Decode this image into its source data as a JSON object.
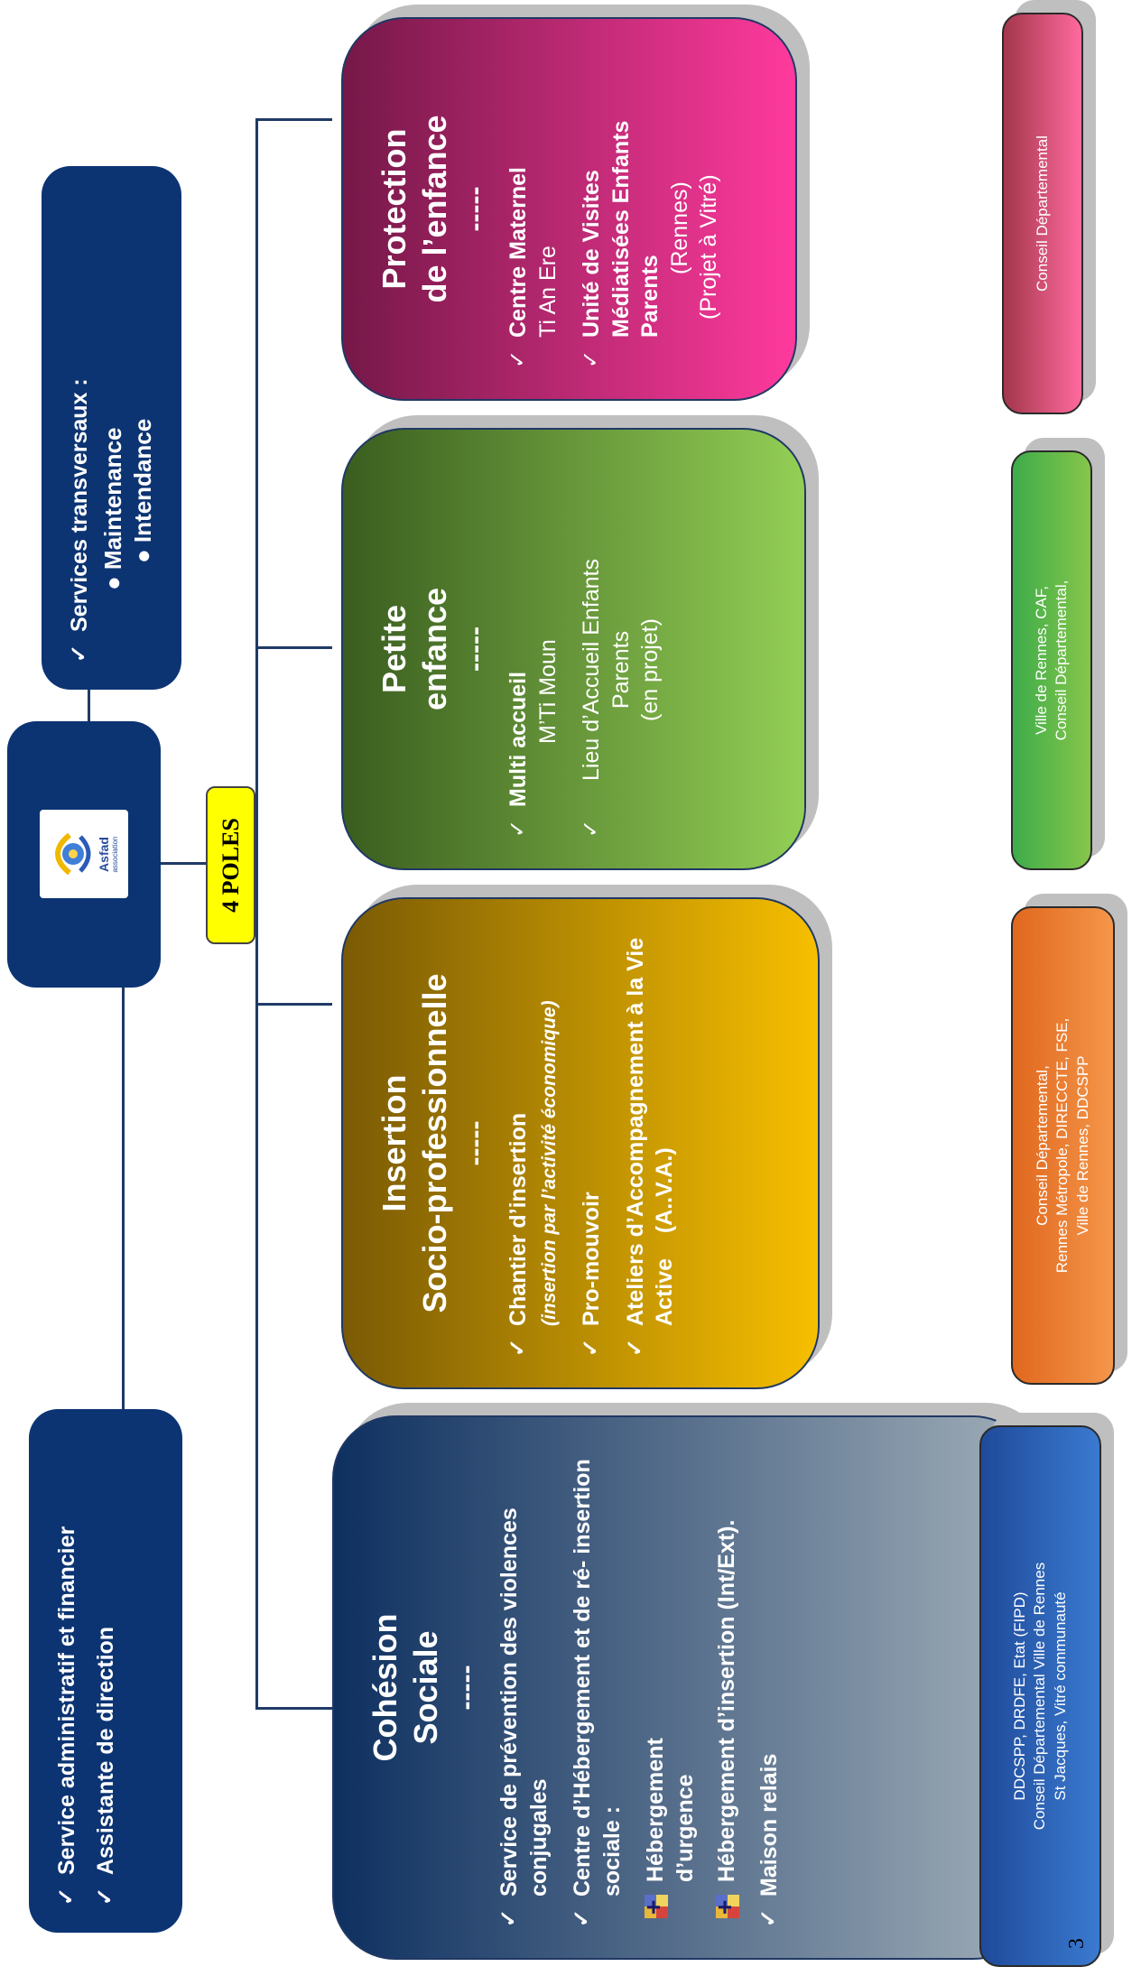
{
  "top": {
    "admin_items": [
      "Service administratif et financier",
      "Assistante de direction"
    ],
    "transversal_title": "Services transversaux :",
    "transversal_items": [
      "Maintenance",
      "Intendance"
    ],
    "logo_text": "Asfad",
    "logo_sub": "association",
    "poles_label": "4 POLES"
  },
  "poles": {
    "cohesion": {
      "title": "Cohésion Sociale",
      "separator": "-----",
      "item1": "Service de prévention des violences conjugales",
      "item2": "Centre d’Hébergement et de ré- insertion sociale :",
      "sub1": "Hébergement d’urgence",
      "sub2": "Hébergement d’insertion (Int/Ext).",
      "item3": "Maison relais",
      "funders": [
        "DDCSPP, DRDFE, Etat (FIPD)",
        "Conseil Départemental Ville de Rennes",
        "St Jacques, Vitré communauté"
      ],
      "page_number": "3"
    },
    "insertion": {
      "title1": "Insertion",
      "title2": "Socio-professionnelle",
      "separator": "-----",
      "item1": "Chantier d’insertion",
      "item1_note": "(insertion par l’activité économique)",
      "item2": "Pro-mouvoir",
      "item3": "Ateliers d’Accompagnement à la Vie Active    (A..V.A.)",
      "funders": [
        "Conseil Départemental,",
        "Rennes Métropole, DIRECCTE, FSE,",
        "Ville de Rennes, DDCSPP"
      ]
    },
    "petite": {
      "title": "Petite enfance",
      "separator": "-----",
      "item1": "Multi accueil",
      "item1_detail": "M’Ti Moun",
      "item2": "Lieu d’Accueil Enfants Parents",
      "item2_detail": "(en projet)",
      "funders": [
        "Ville de Rennes, CAF,",
        "Conseil Départemental,"
      ]
    },
    "protection": {
      "title": "Protection de l’enfance",
      "separator": "-----",
      "item1": "Centre Maternel",
      "item1_detail": "Ti An Ere",
      "item2": "Unité de Visites Médiatisées Enfants Parents",
      "item2_detail1": "(Rennes)",
      "item2_detail2": "(Projet à Vitré)",
      "funders": [
        "Conseil Départemental"
      ]
    }
  },
  "colors": {
    "navy": "#0c3473",
    "cohesion_top": "#0e3060",
    "cohesion_bottom": "#a0aeb8",
    "insertion_top": "#7a5a05",
    "insertion_bottom": "#f7bf00",
    "petite_top": "#3a5d1f",
    "petite_bottom": "#93cf55",
    "protection_top": "#751848",
    "protection_bottom": "#ff3a9d",
    "poles_label_bg": "#ffff00"
  }
}
